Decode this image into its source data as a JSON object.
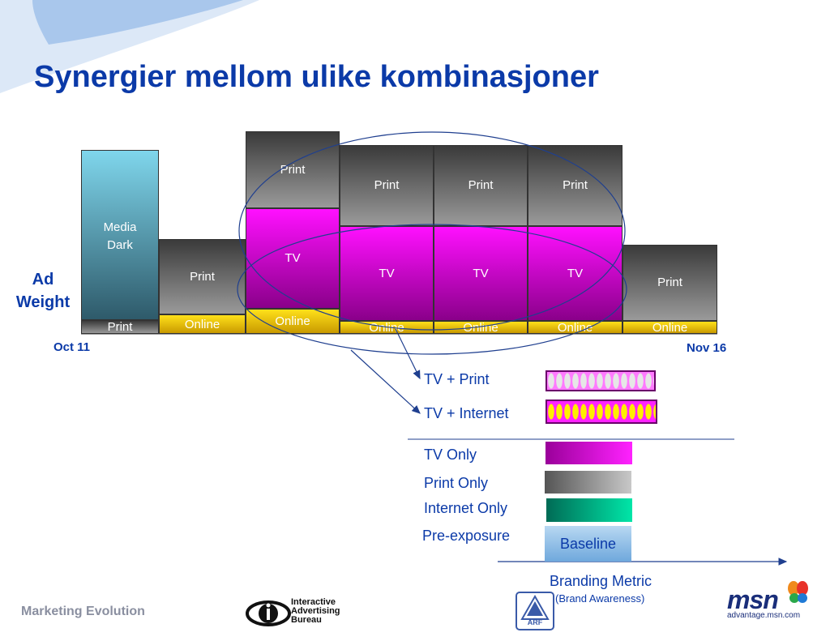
{
  "title": "Synergier mellom ulike kombinasjoner",
  "axis": {
    "y_label_line1": "Ad",
    "y_label_line2": "Weight",
    "start": "Oct 11",
    "end": "Nov 16"
  },
  "columns": [
    {
      "segments": [
        {
          "type": "media",
          "label": "Media Dark"
        },
        {
          "type": "print",
          "label": "Print"
        }
      ]
    },
    {
      "segments": [
        {
          "type": "print",
          "label": "Print"
        },
        {
          "type": "online",
          "label": "Online"
        }
      ]
    },
    {
      "segments": [
        {
          "type": "print",
          "label": "Print"
        },
        {
          "type": "tv",
          "label": "TV"
        },
        {
          "type": "online",
          "label": "Online"
        }
      ]
    },
    {
      "segments": [
        {
          "type": "print",
          "label": "Print"
        },
        {
          "type": "tv",
          "label": "TV"
        },
        {
          "type": "online",
          "label": "Online"
        }
      ]
    },
    {
      "segments": [
        {
          "type": "print",
          "label": "Print"
        },
        {
          "type": "tv",
          "label": "TV"
        },
        {
          "type": "online",
          "label": "Online"
        }
      ]
    },
    {
      "segments": [
        {
          "type": "print",
          "label": "Print"
        },
        {
          "type": "tv",
          "label": "TV"
        },
        {
          "type": "online",
          "label": "Online"
        }
      ]
    },
    {
      "segments": [
        {
          "type": "print",
          "label": "Print"
        },
        {
          "type": "online",
          "label": "Online"
        }
      ]
    }
  ],
  "legend": {
    "tv_print": "TV + Print",
    "tv_internet": "TV + Internet",
    "tv_only": "TV Only",
    "print_only": "Print Only",
    "internet_only": "Internet Only",
    "pre_exposure": "Pre-exposure",
    "baseline": "Baseline"
  },
  "metric": {
    "label": "Branding Metric",
    "sub": "(Brand Awareness)"
  },
  "footer": {
    "left": "Marketing Evolution",
    "iab_line1": "Interactive",
    "iab_line2": "Advertising",
    "iab_line3": "Bureau",
    "arf": "ARF",
    "msn": "msn",
    "msn_site": "advantage.msn.com"
  },
  "colors": {
    "title": "#0b3aa8",
    "print": "#7a7a7a",
    "tv": "#ff10ff",
    "online": "#f2c200",
    "media_dark": "#7fd6ec",
    "internet": "#00e6a8",
    "baseline": "#8ab8e6"
  }
}
